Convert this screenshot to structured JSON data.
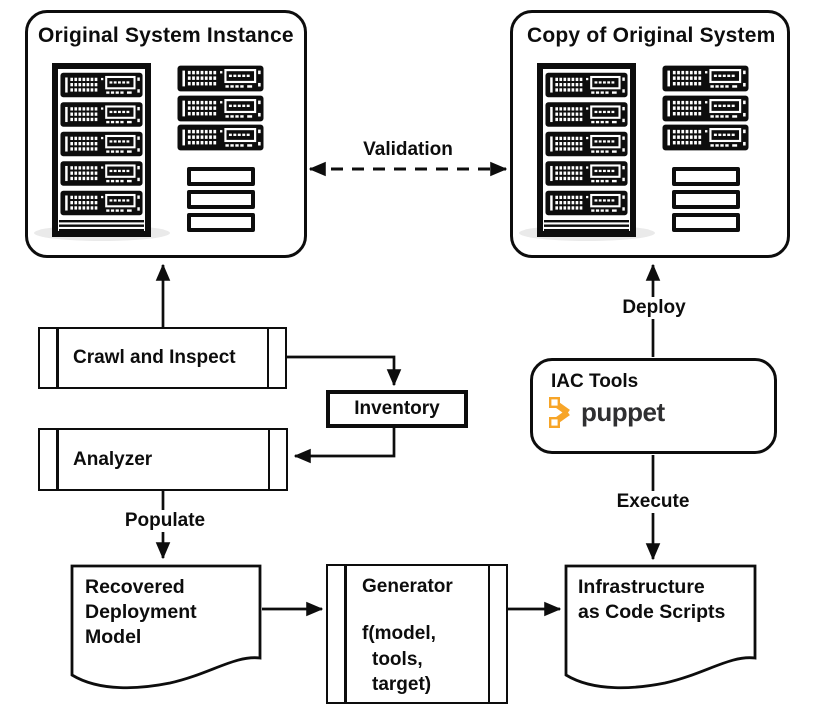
{
  "nodes": {
    "original_system": {
      "title": "Original System Instance"
    },
    "copy_system": {
      "title": "Copy of Original System"
    },
    "crawl": {
      "label": "Crawl and Inspect"
    },
    "inventory": {
      "label": "Inventory"
    },
    "analyzer": {
      "label": "Analyzer"
    },
    "iac_tools": {
      "title": "IAC Tools",
      "logo_text": "puppet"
    },
    "recovered_model": {
      "line1": "Recovered",
      "line2": "Deployment",
      "line3": "Model"
    },
    "generator": {
      "title": "Generator",
      "formula1": "f(model,",
      "formula2": "tools,",
      "formula3": "target)"
    },
    "iac_scripts": {
      "line1": "Infrastructure",
      "line2": "as Code Scripts"
    }
  },
  "edges": {
    "validation": "Validation",
    "deploy": "Deploy",
    "execute": "Execute",
    "populate": "Populate"
  },
  "icons": {
    "puppet": "puppet-logo-icon",
    "servers": "server-rack-icon"
  },
  "colors": {
    "line": "#0d0d0d",
    "background": "#ffffff",
    "puppet_orange": "#F7A528",
    "puppet_text": "#2f2f31",
    "shadow": "#eaeaea"
  }
}
